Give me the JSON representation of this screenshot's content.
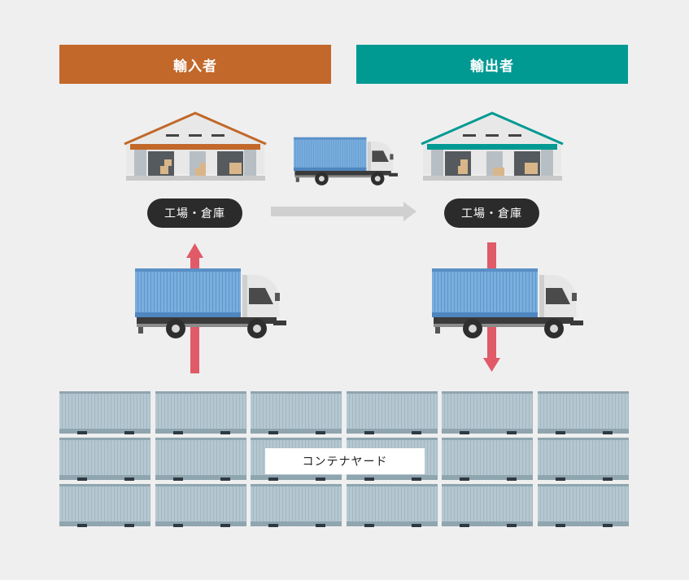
{
  "headers": {
    "importer": "輸入者",
    "exporter": "輸出者"
  },
  "locations": {
    "importer_facility": "工場・倉庫",
    "exporter_facility": "工場・倉庫",
    "container_yard": "コンテナヤード"
  },
  "colors": {
    "importer": "#c2682a",
    "exporter": "#009a93",
    "arrow_red": "#e05a68",
    "arrow_gray": "#d0d0d0",
    "container_blue": "#7aaede",
    "yard_container": "#b5c8d1"
  },
  "icons": {
    "warehouse": "warehouse-icon",
    "truck": "container-truck-icon",
    "yard": "container-stack-icon"
  }
}
